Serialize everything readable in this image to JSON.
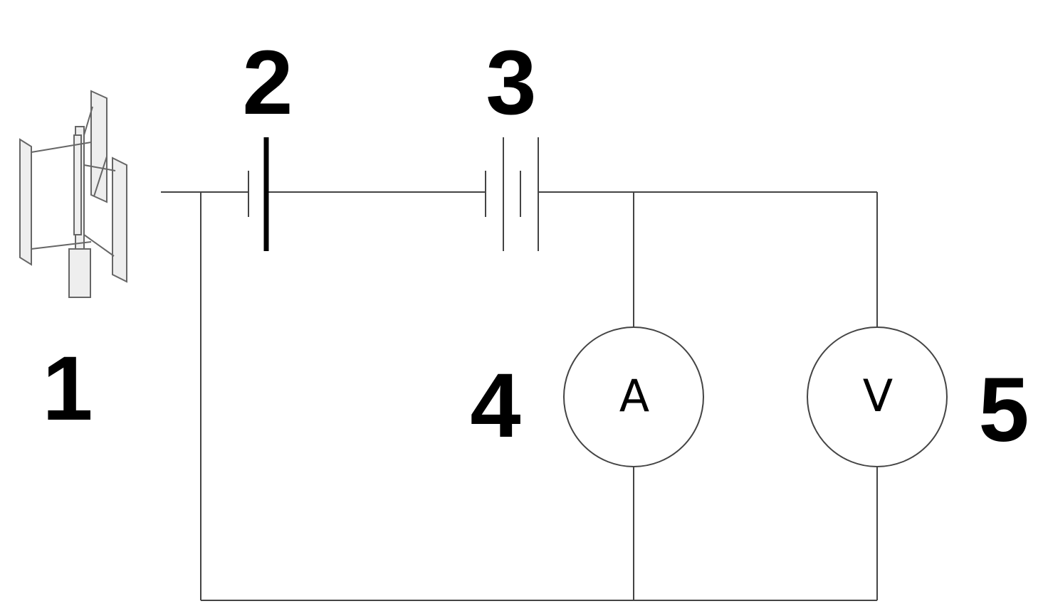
{
  "labels": {
    "turbine": "1",
    "cell_single": "2",
    "cell_battery": "3",
    "ammeter": "4",
    "voltmeter": "5"
  },
  "meters": {
    "ammeter_symbol": "A",
    "voltmeter_symbol": "V"
  },
  "icons": {
    "turbine": "vertical-axis-wind-turbine-icon"
  }
}
